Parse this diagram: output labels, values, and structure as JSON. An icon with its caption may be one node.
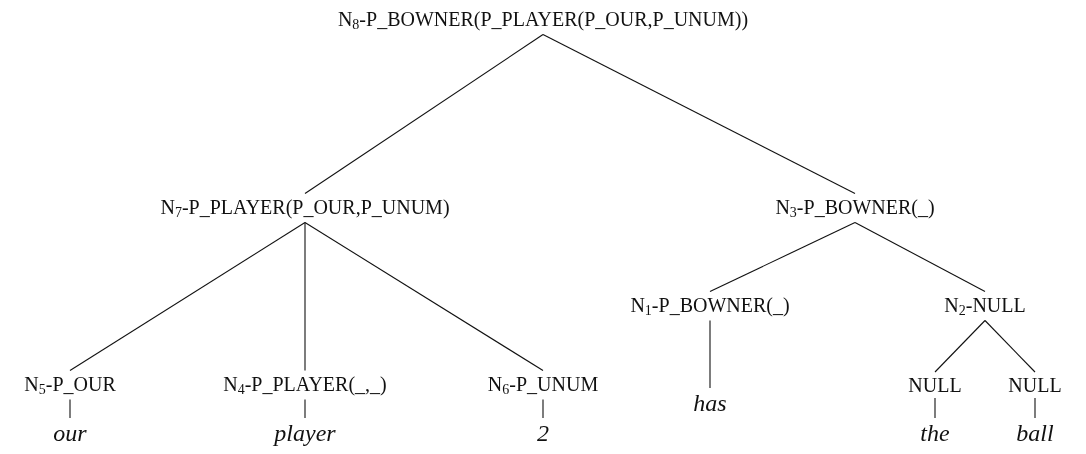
{
  "diagram": {
    "nodes": [
      {
        "text": [
          "N$_{8}$-P_BOWNER(P_PLAYER(P_OUR,P_UNUM))"
        ]
      },
      {
        "text": [
          "N$_{7}$-P_PLAYER(P_OUR,P_UNUM)"
        ]
      },
      {
        "text": [
          "N$_{3}$-P_BOWNER(_)"
        ]
      },
      {
        "text": [
          "N$_{1}$-P_BOWNER(_)"
        ]
      },
      {
        "text": [
          "N$_{2}$-NULL"
        ]
      },
      {
        "text": [
          "N$_{5}$-P_OUR"
        ]
      },
      {
        "text": [
          "N$_{4}$-P_PLAYER(_,_)"
        ]
      },
      {
        "text": [
          "N$_{6}$-P_UNUM"
        ]
      },
      {
        "text": [
          "has"
        ]
      },
      {
        "text": [
          "NULL"
        ]
      },
      {
        "text": [
          "NULL"
        ]
      },
      {
        "text": [
          "our"
        ]
      },
      {
        "text": [
          "player"
        ]
      },
      {
        "text": [
          "2"
        ]
      },
      {
        "text": [
          "the"
        ]
      },
      {
        "text": [
          "ball"
        ]
      }
    ],
    "edges": [
      {
        "from": 0,
        "to": 1,
        "arrow": "none"
      },
      {
        "from": 0,
        "to": 2,
        "arrow": "none"
      },
      {
        "from": 1,
        "to": 5,
        "arrow": "none"
      },
      {
        "from": 1,
        "to": 6,
        "arrow": "none"
      },
      {
        "from": 1,
        "to": 7,
        "arrow": "none"
      },
      {
        "from": 2,
        "to": 3,
        "arrow": "none"
      },
      {
        "from": 2,
        "to": 4,
        "arrow": "none"
      },
      {
        "from": 3,
        "to": 8,
        "arrow": "none"
      },
      {
        "from": 4,
        "to": 9,
        "arrow": "none"
      },
      {
        "from": 4,
        "to": 10,
        "arrow": "none"
      },
      {
        "from": 5,
        "to": 11,
        "arrow": "none"
      },
      {
        "from": 6,
        "to": 12,
        "arrow": "none"
      },
      {
        "from": 7,
        "to": 13,
        "arrow": "none"
      },
      {
        "from": 9,
        "to": 14,
        "arrow": "none"
      },
      {
        "from": 10,
        "to": 15,
        "arrow": "none"
      }
    ]
  }
}
